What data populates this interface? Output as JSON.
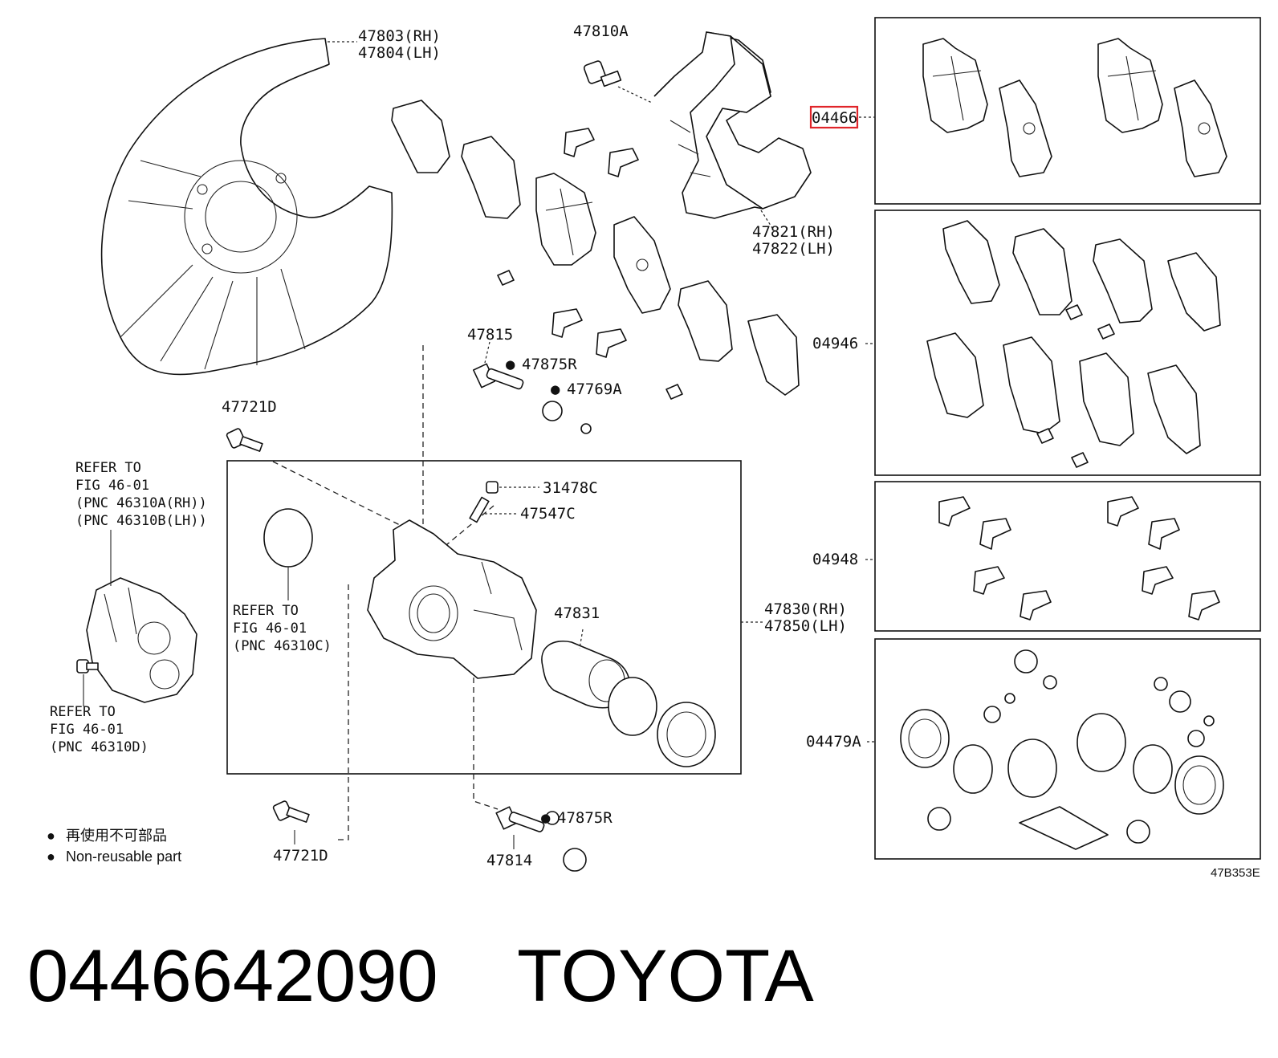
{
  "labels": {
    "shield": [
      "47803(RH)",
      "47804(LH)"
    ],
    "bolt_top": "47810A",
    "pad_kit": "04466",
    "mounting": [
      "47821(RH)",
      "47822(LH)"
    ],
    "shim_kit": "04946",
    "pin_upper": "47815",
    "boot_upper": "47875R",
    "bushing": "47769A",
    "bolt_a": "47721D",
    "refer_a": [
      "REFER TO",
      "FIG 46-01",
      "(PNC 46310A(RH))",
      "(PNC 46310B(LH))"
    ],
    "cap": "31478C",
    "bleeder": "47547C",
    "clip_kit": "04948",
    "refer_c": [
      "REFER TO",
      "FIG 46-01",
      "(PNC 46310C)"
    ],
    "piston": "47831",
    "caliper": [
      "47830(RH)",
      "47850(LH)"
    ],
    "refer_d": [
      "REFER TO",
      "FIG 46-01",
      "(PNC 46310D)"
    ],
    "seal_kit": "04479A",
    "bolt_b": "47721D",
    "pin_lower": "47814",
    "boot_lower": "47875R"
  },
  "legend": {
    "japanese": "再使用不可部品",
    "english": "Non-reusable part",
    "marker": "●"
  },
  "figure_code": "47B353E",
  "caption": {
    "part_number": "0446642090",
    "brand": "TOYOTA"
  },
  "colors": {
    "highlight": "#e0252a",
    "line": "#111111"
  }
}
